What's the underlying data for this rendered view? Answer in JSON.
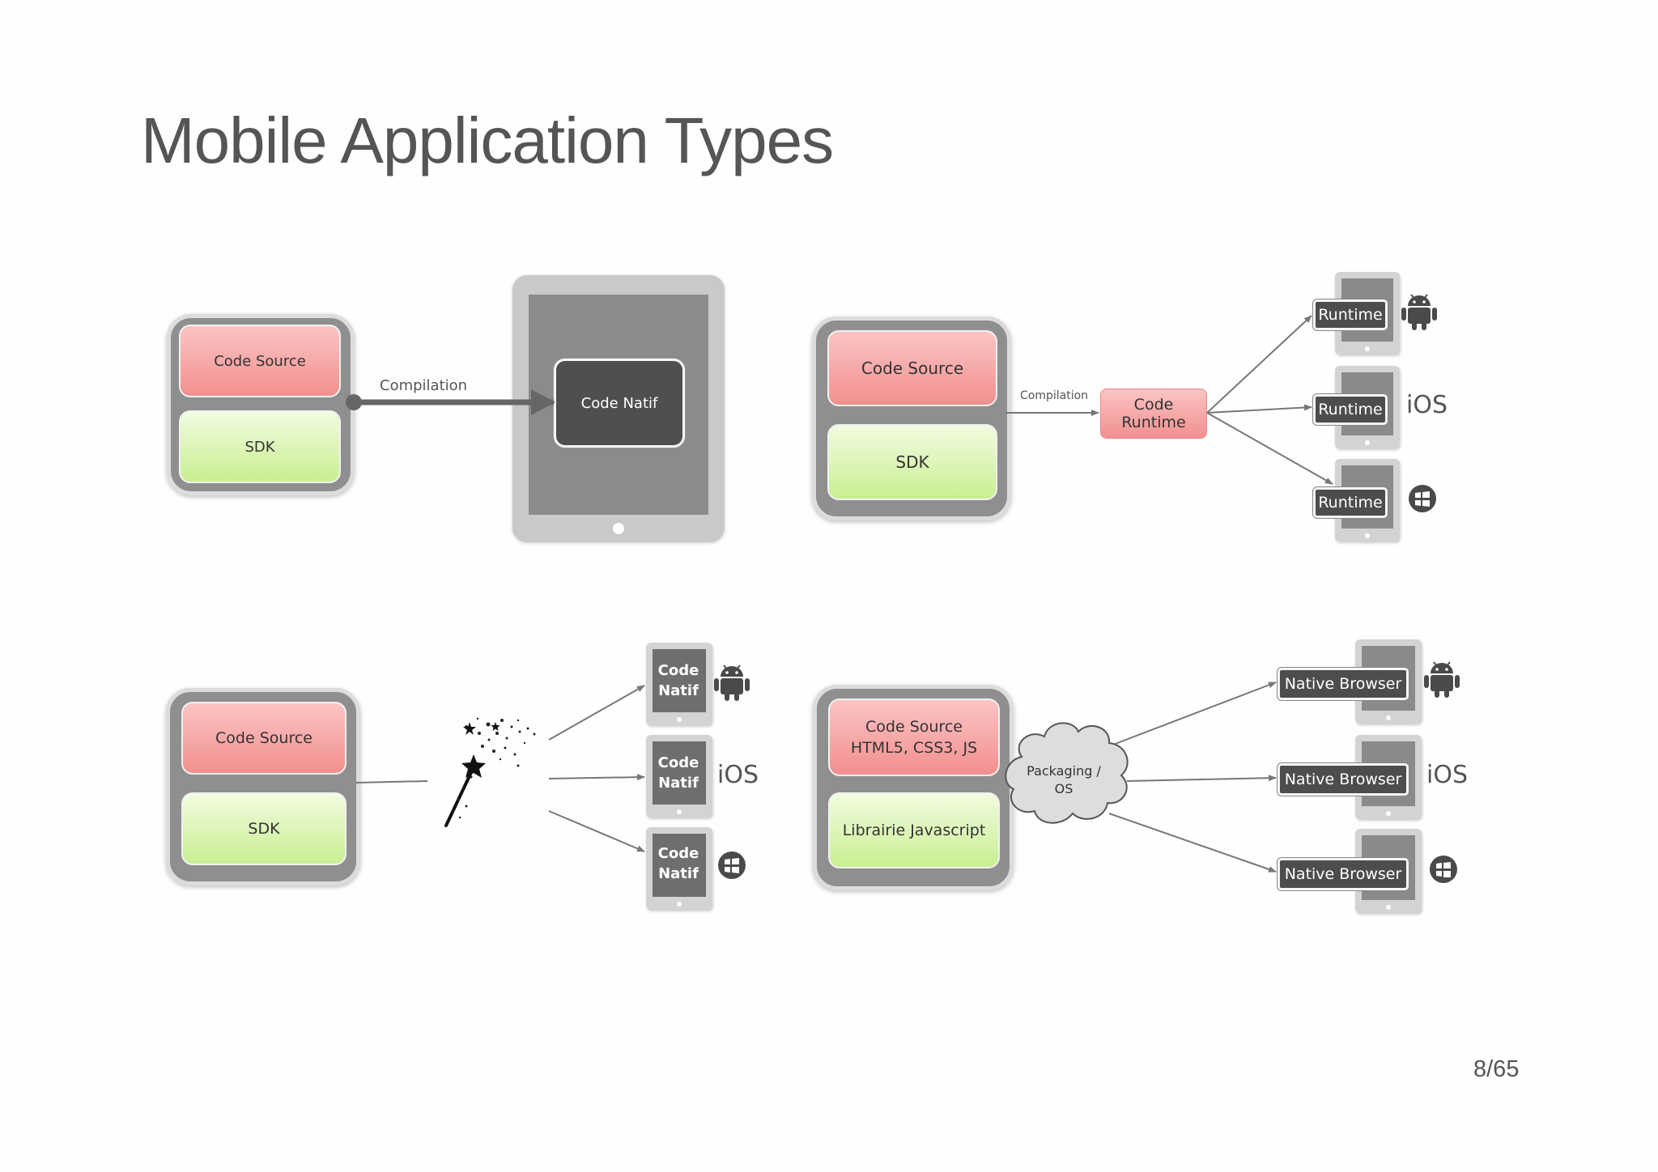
{
  "slide": {
    "title": "Mobile Application Types",
    "page_number": "8/65"
  },
  "native": {
    "code_source": "Code Source",
    "sdk": "SDK",
    "arrow_label": "Compilation",
    "output": "Code Natif"
  },
  "runtime": {
    "code_source": "Code Source",
    "sdk": "SDK",
    "arrow_label": "Compilation",
    "output": "Code Runtime",
    "targets": [
      {
        "label": "Runtime",
        "platform": "android-icon"
      },
      {
        "label": "Runtime",
        "platform": "ios",
        "platform_text": "iOS"
      },
      {
        "label": "Runtime",
        "platform": "windows-icon"
      }
    ]
  },
  "cross": {
    "code_source": "Code Source",
    "sdk": "SDK",
    "transform_icon": "magic-wand-icon",
    "targets": [
      {
        "label": "Code Natif",
        "platform": "android-icon"
      },
      {
        "label": "Code Natif",
        "platform": "ios",
        "platform_text": "iOS"
      },
      {
        "label": "Code Natif",
        "platform": "windows-icon"
      }
    ]
  },
  "hybrid": {
    "code_source": "Code Source HTML5, CSS3, JS",
    "library": "Librairie Javascript",
    "packaging": "Packaging / OS",
    "targets": [
      {
        "label": "Native Browser",
        "platform": "android-icon"
      },
      {
        "label": "Native Browser",
        "platform": "ios",
        "platform_text": "iOS"
      },
      {
        "label": "Native Browser",
        "platform": "windows-icon"
      }
    ]
  },
  "colors": {
    "container": "#8f8f8f",
    "pink": "#f28f8f",
    "green": "#c8ef92",
    "dark": "#4f4f4f",
    "arrow": "#777777"
  }
}
